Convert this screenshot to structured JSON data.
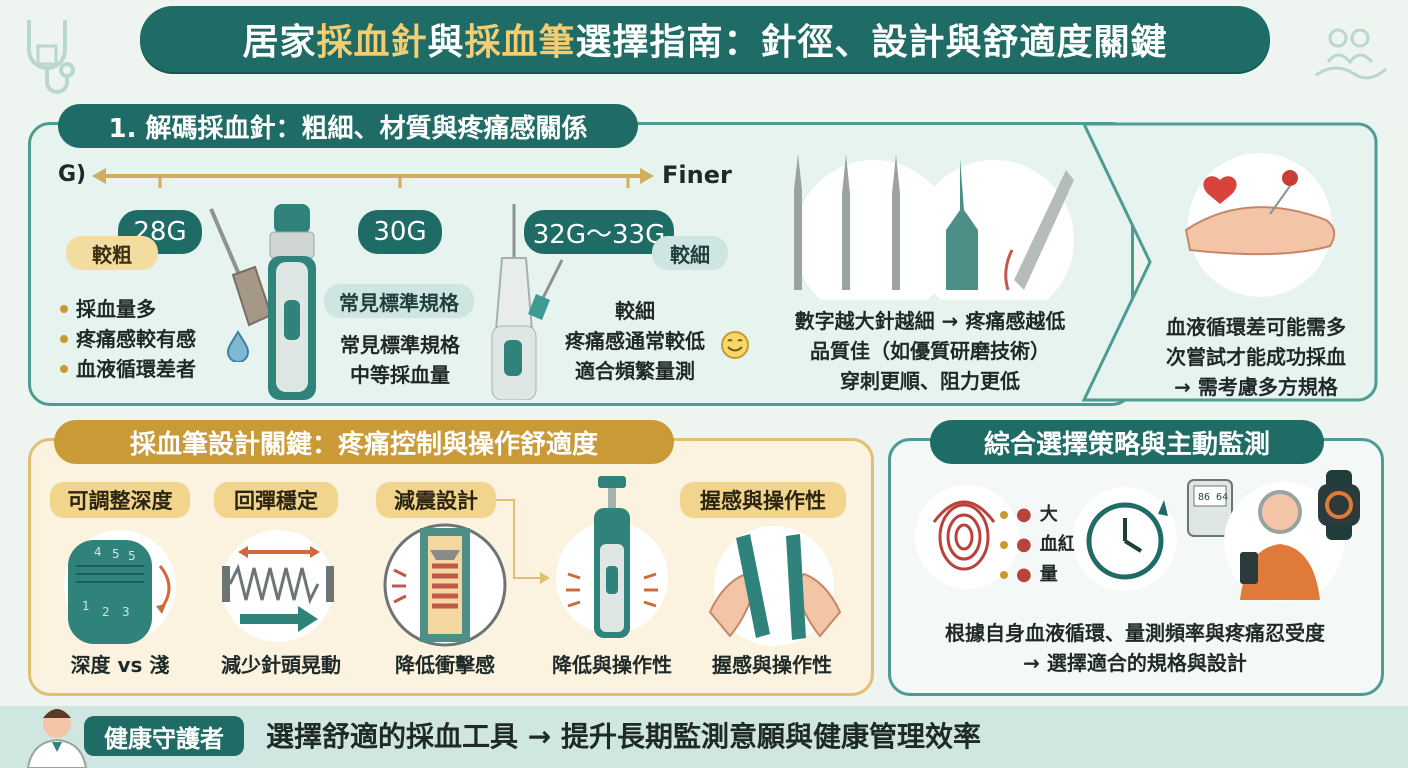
{
  "title": {
    "p1": "居家",
    "p2": "採血針",
    "p3": "與",
    "p4": "採血筆",
    "p5": "選擇指南：針徑、設計與舒適度關鍵"
  },
  "section1": {
    "title": "1. 解碼採血針：粗細、材質與疼痛感關係",
    "axis_left": "G)",
    "axis_right": "Finer",
    "gauges": [
      {
        "label": "28G",
        "tag": "較粗",
        "bullets": [
          "採血量多",
          "疼痛感較有感",
          "血液循環差者"
        ]
      },
      {
        "label": "30G",
        "tag": "常見標準規格",
        "lines": [
          "常見標準規格",
          "中等採血量"
        ]
      },
      {
        "label": "32G～33G",
        "tag": "較細",
        "lines": [
          "較細",
          "疼痛感通常較低",
          "適合頻繁量測"
        ]
      }
    ],
    "quality_lines": [
      "數字越大針越細 → 疼痛感越低",
      "品質佳（如優質研磨技術）",
      "穿刺更順、阻力更低"
    ],
    "circulation_lines": [
      "血液循環差可能需多",
      "次嘗試才能成功採血",
      "→ 需考慮多方規格"
    ]
  },
  "section2": {
    "title": "採血筆設計關鍵：疼痛控制與操作舒適度",
    "items": [
      {
        "label": "可調整深度",
        "caption": "深度 vs 淺",
        "dial": [
          "4",
          "5",
          "5",
          "1",
          "2",
          "3"
        ]
      },
      {
        "label": "回彈穩定",
        "caption": "減少針頭晃動"
      },
      {
        "label": "減震設計",
        "caption": "降低衝擊感"
      },
      {
        "caption": "降低與操作性"
      },
      {
        "label": "握感與操作性",
        "caption": "握感與操作性"
      }
    ]
  },
  "section3": {
    "title": "綜合選擇策略與主動監測",
    "legend": [
      "大",
      "血紅",
      "量"
    ],
    "device_text": "86 64",
    "lines": [
      "根據自身血液循環、量測頻率與疼痛忍受度",
      "→ 選擇適合的規格與設計"
    ]
  },
  "footer": {
    "badge": "健康守護者",
    "text": "選擇舒適的採血工具 → 提升長期監測意願與健康管理效率"
  },
  "colors": {
    "teal": "#1f6c66",
    "gold": "#f1cd74",
    "bg": "#eef5f0"
  }
}
